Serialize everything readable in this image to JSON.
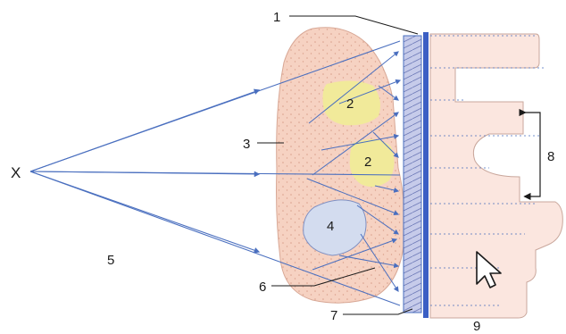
{
  "diagram": {
    "source_label": "X",
    "labels": {
      "l1": "1",
      "l2a": "2",
      "l2b": "2",
      "l3": "3",
      "l4": "4",
      "l5": "5",
      "l6": "6",
      "l7": "7",
      "l8": "8",
      "l9": "9"
    },
    "icons": [
      "mouse-cursor-icon"
    ],
    "colors": {
      "body_fill": "#f6d2c2",
      "speckle": "#d9a08c",
      "dense_region": "#f1ea9a",
      "lucent_region": "#d3dcef",
      "rays": "#4a6fbf",
      "grid": "#c6cbea",
      "film": "#3b5fc4",
      "image_blocks": "#fbe6df",
      "leader_lines": "#1a1a1a"
    }
  }
}
